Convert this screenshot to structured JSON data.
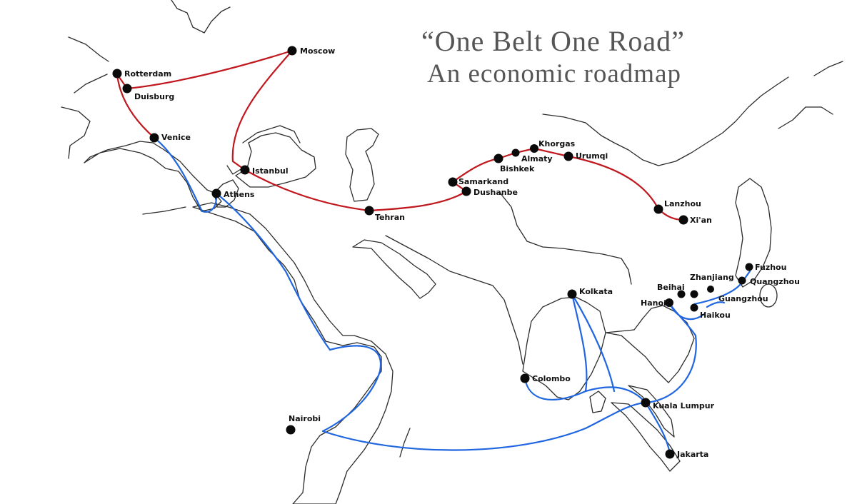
{
  "title": {
    "line1": "“One Belt One Road”",
    "line2": "An economic roadmap"
  },
  "colors": {
    "land_route": "#c0181e",
    "sea_route": "#1f66e0",
    "coastline": "#2b2b2b",
    "city_dot": "#0a0a0a",
    "title_text": "#555555"
  },
  "routes": {
    "land_belt": "Silk Road Economic Belt",
    "sea_road": "Maritime Silk Road"
  },
  "cities": {
    "moscow": "Moscow",
    "rotterdam": "Rotterdam",
    "duisburg": "Duisburg",
    "venice": "Venice",
    "istanbul": "Istanbul",
    "athens": "Athens",
    "tehran": "Tehran",
    "samarkand": "Samarkand",
    "dushanbe": "Dushanbe",
    "bishkek": "Bishkek",
    "almaty": "Almaty",
    "khorgas": "Khorgas",
    "urumqi": "Urumqi",
    "lanzhou": "Lanzhou",
    "xian": "Xi'an",
    "fuzhou": "Fuzhou",
    "zhanjiang": "Zhanjiang",
    "quangzhou": "Quangzhou",
    "beihai": "Beihai",
    "guangzhou": "Guangzhou",
    "hanoi": "Hanoi",
    "haikou": "Haikou",
    "kolkata": "Kolkata",
    "colombo": "Colombo",
    "kuala_lumpur": "Kuala Lumpur",
    "jakarta": "Jakarta",
    "nairobi": "Nairobi"
  }
}
